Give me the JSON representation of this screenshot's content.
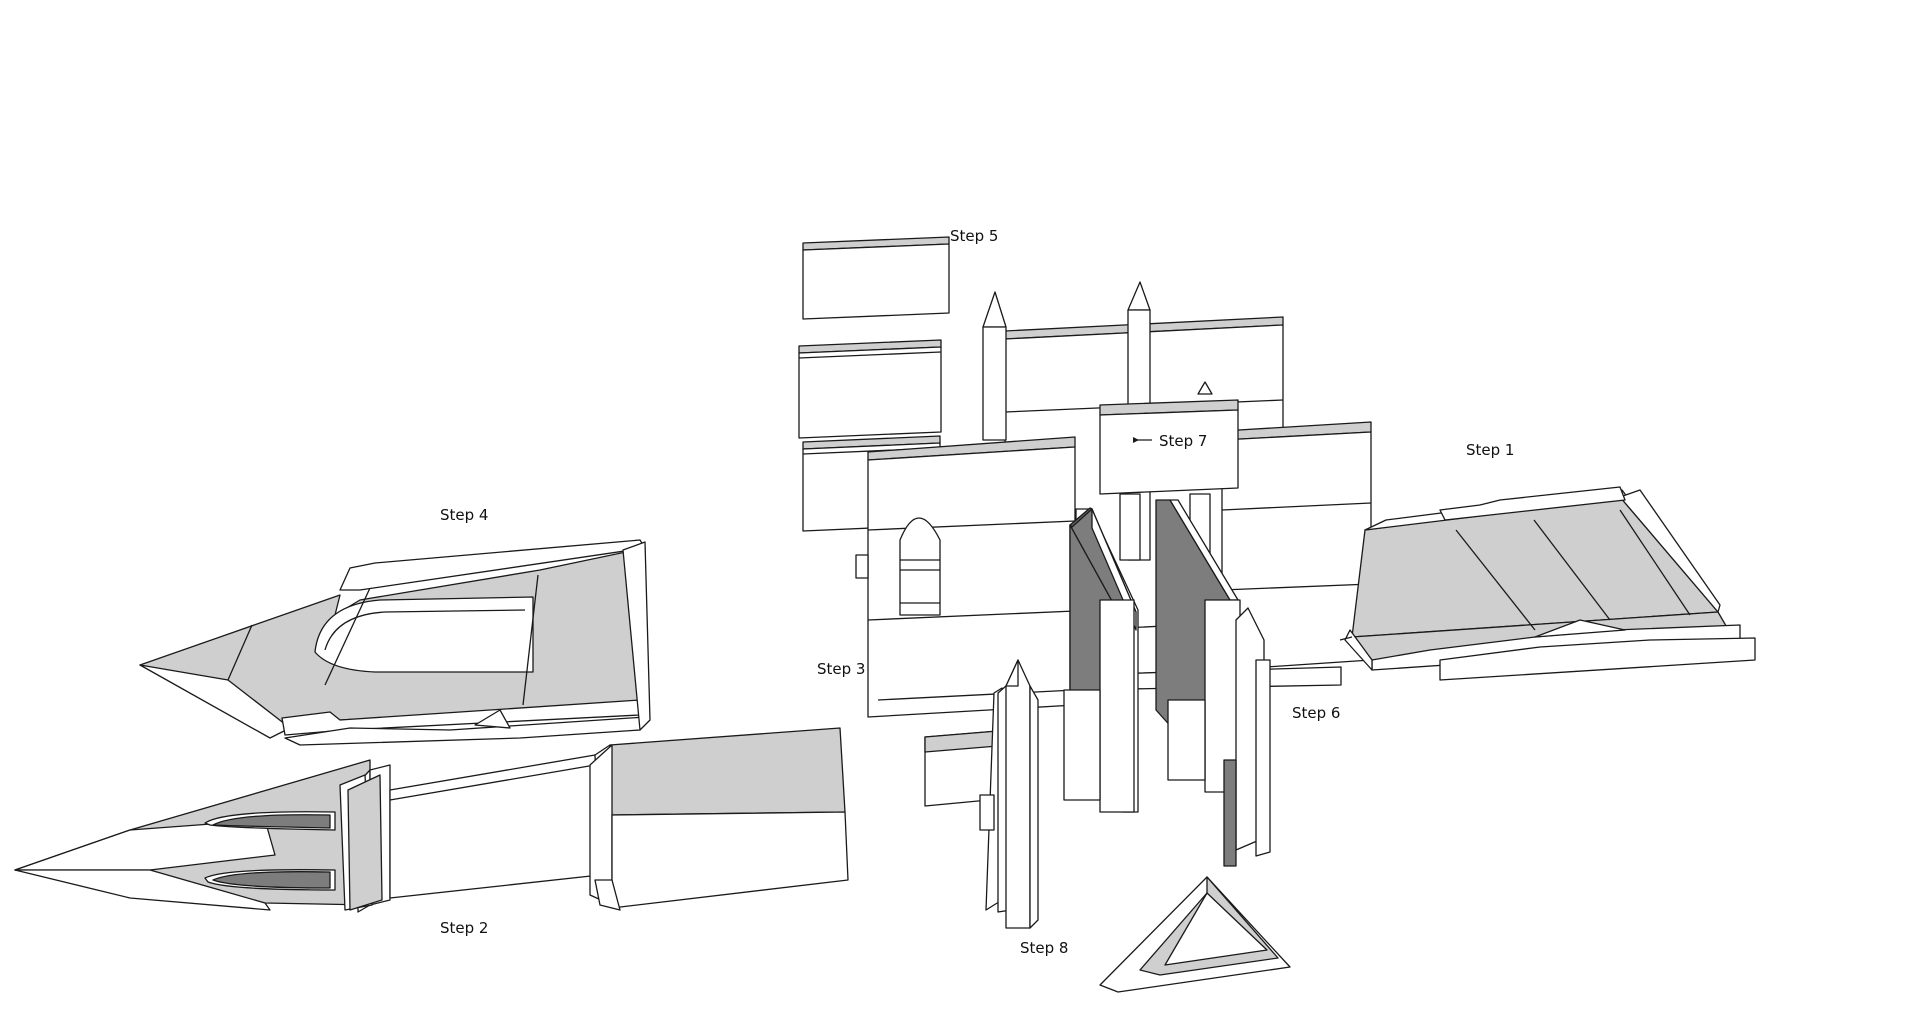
{
  "diagram": {
    "labels": {
      "step1": "Step 1",
      "step2": "Step 2",
      "step3": "Step 3",
      "step4": "Step 4",
      "step5": "Step 5",
      "step6": "Step 6",
      "step7": "Step 7",
      "step8": "Step 8"
    },
    "colors": {
      "background": "#ffffff",
      "edge": "#1a1a1a",
      "face_light": "#ffffff",
      "face_grey": "#cfcfcf",
      "face_dark": "#7d7d7d"
    }
  }
}
